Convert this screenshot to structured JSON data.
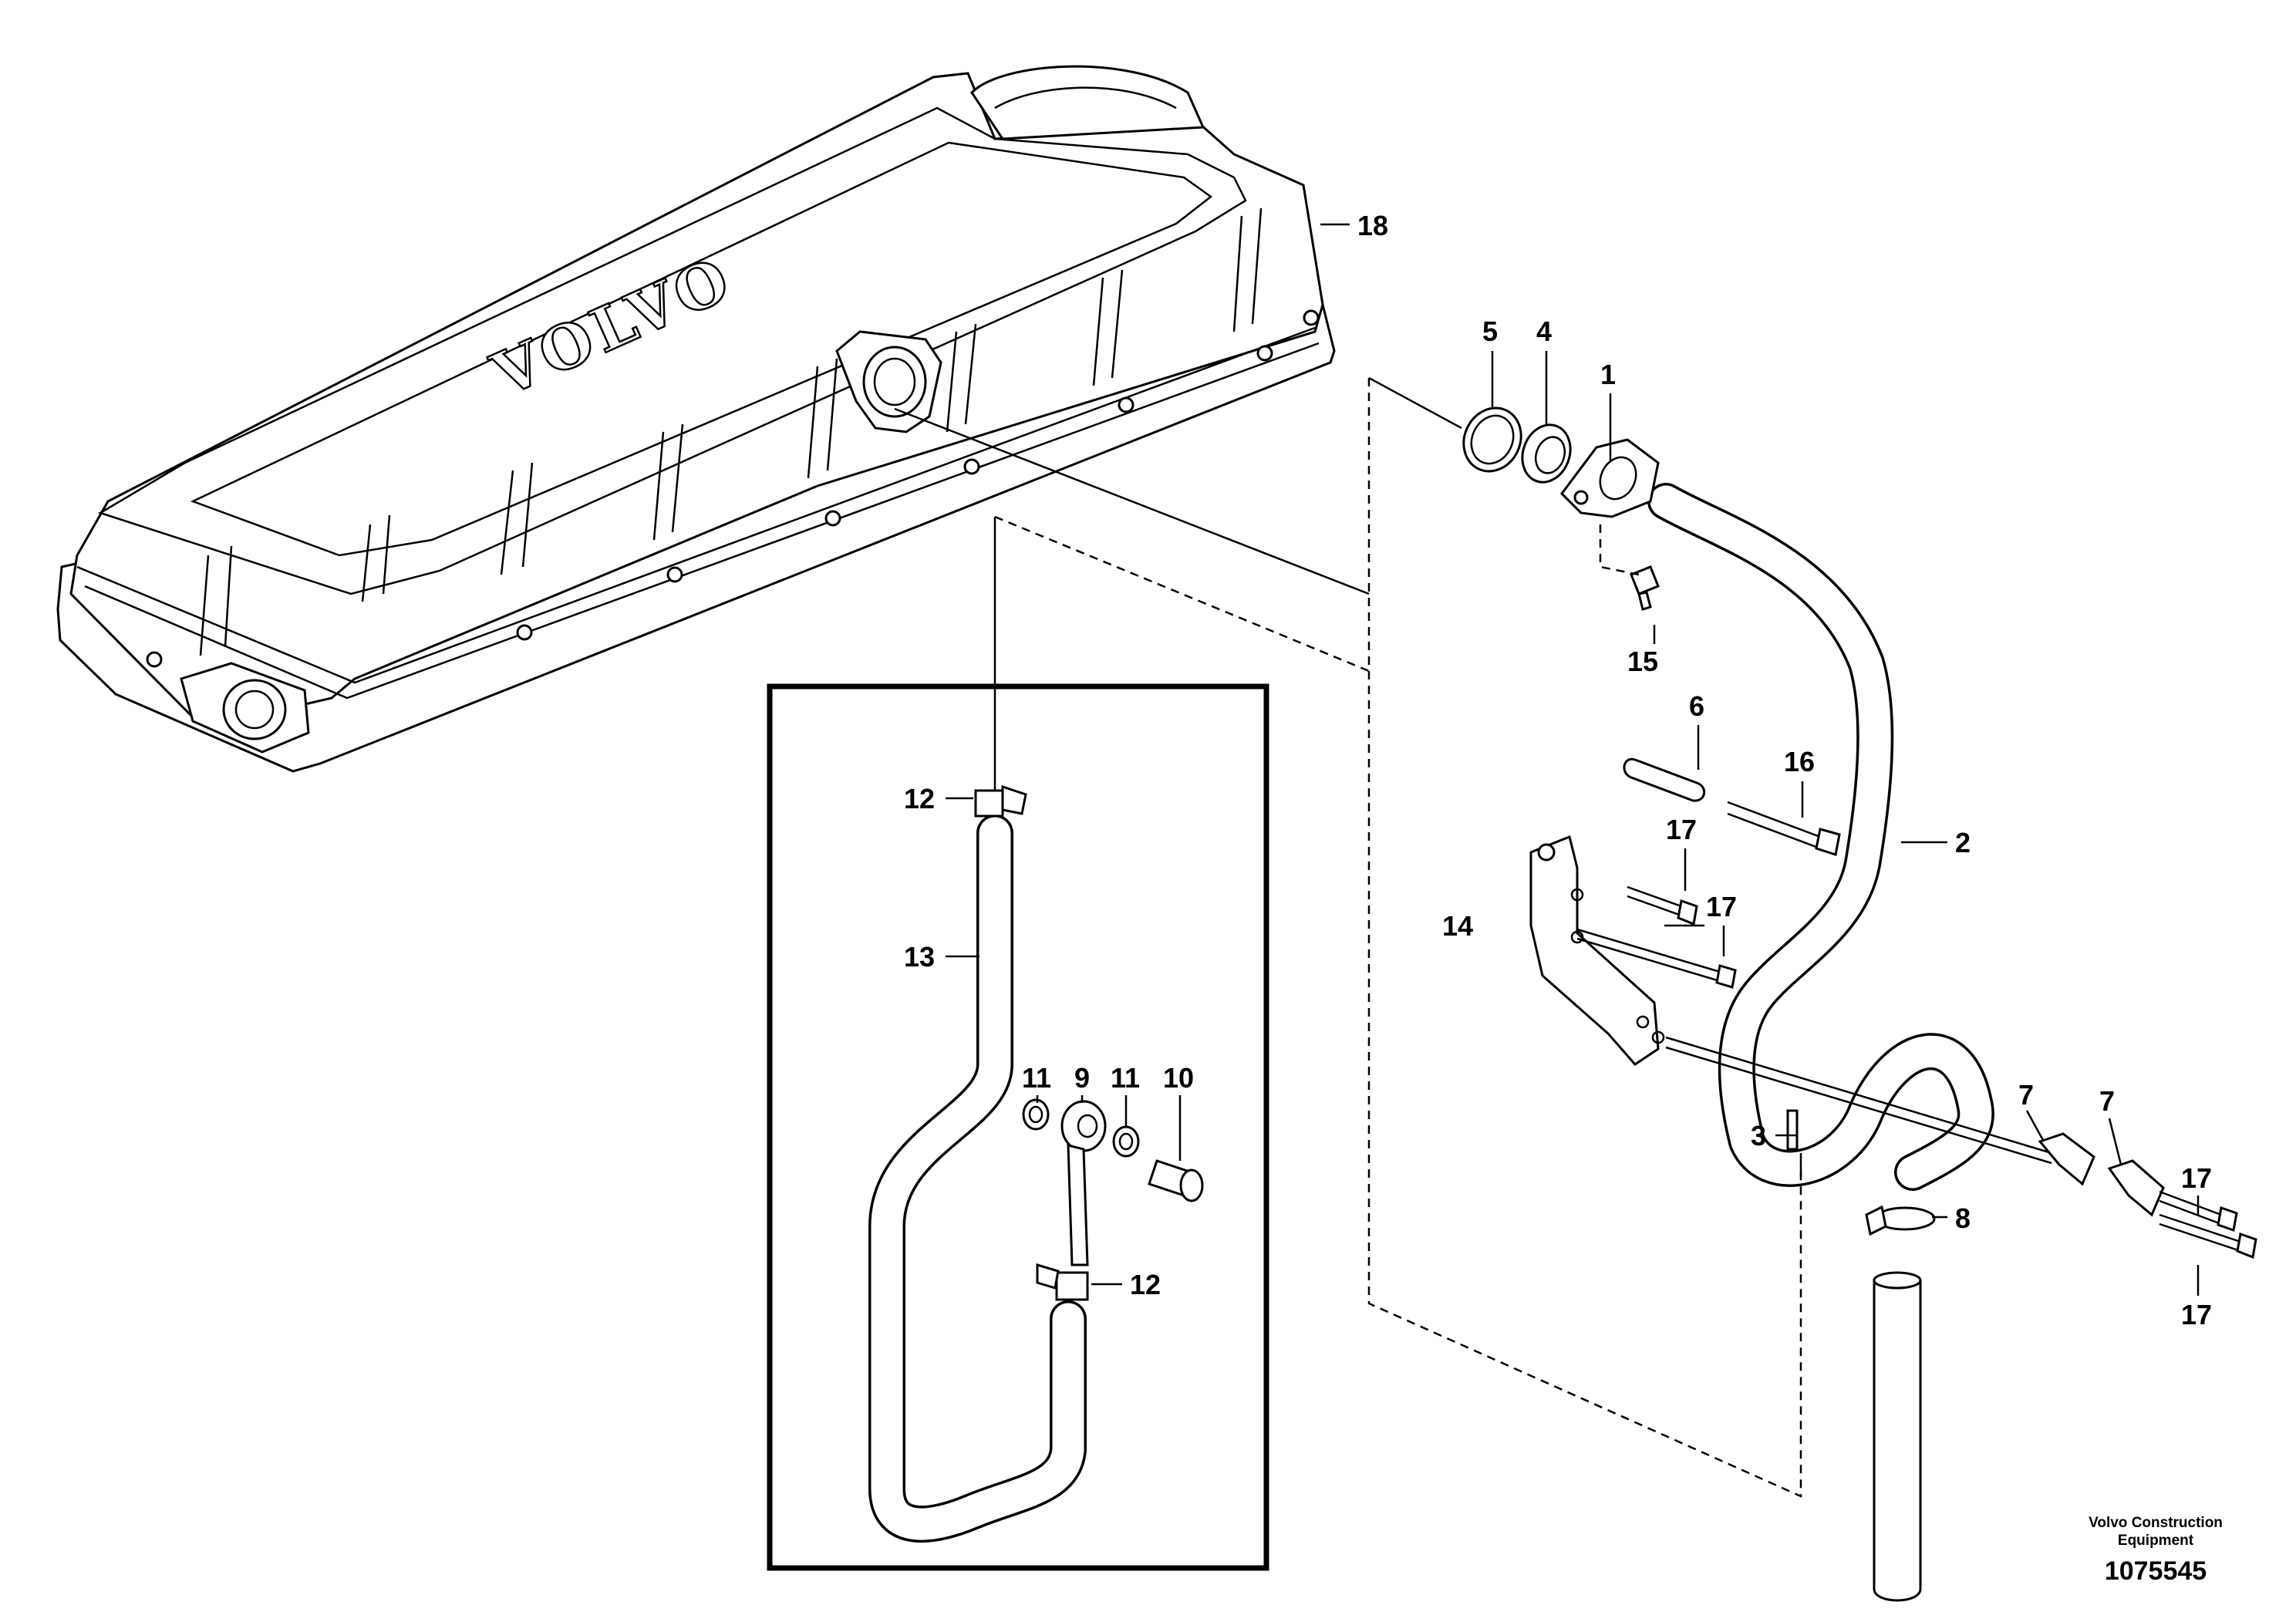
{
  "diagram": {
    "brand_emboss": "VOLVO",
    "callouts": {
      "c1": "1",
      "c2": "2",
      "c3": "3",
      "c4": "4",
      "c5": "5",
      "c6": "6",
      "c7a": "7",
      "c7b": "7",
      "c8": "8",
      "c9": "9",
      "c10": "10",
      "c11a": "11",
      "c11b": "11",
      "c12a": "12",
      "c12b": "12",
      "c13": "13",
      "c14": "14",
      "c15": "15",
      "c16": "16",
      "c17a": "17",
      "c17b": "17",
      "c17c": "17",
      "c17d": "17",
      "c18": "18"
    },
    "credit_line1": "Volvo Construction",
    "credit_line2": "Equipment",
    "document_number": "1075545"
  }
}
